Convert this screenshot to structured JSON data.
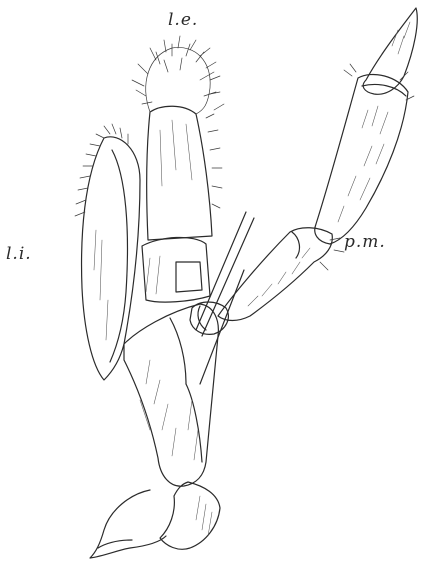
{
  "labels": {
    "lobus_externus": "l.e.",
    "lobus_internus": "l.i.",
    "palpus_maxillaris": "p.m."
  }
}
